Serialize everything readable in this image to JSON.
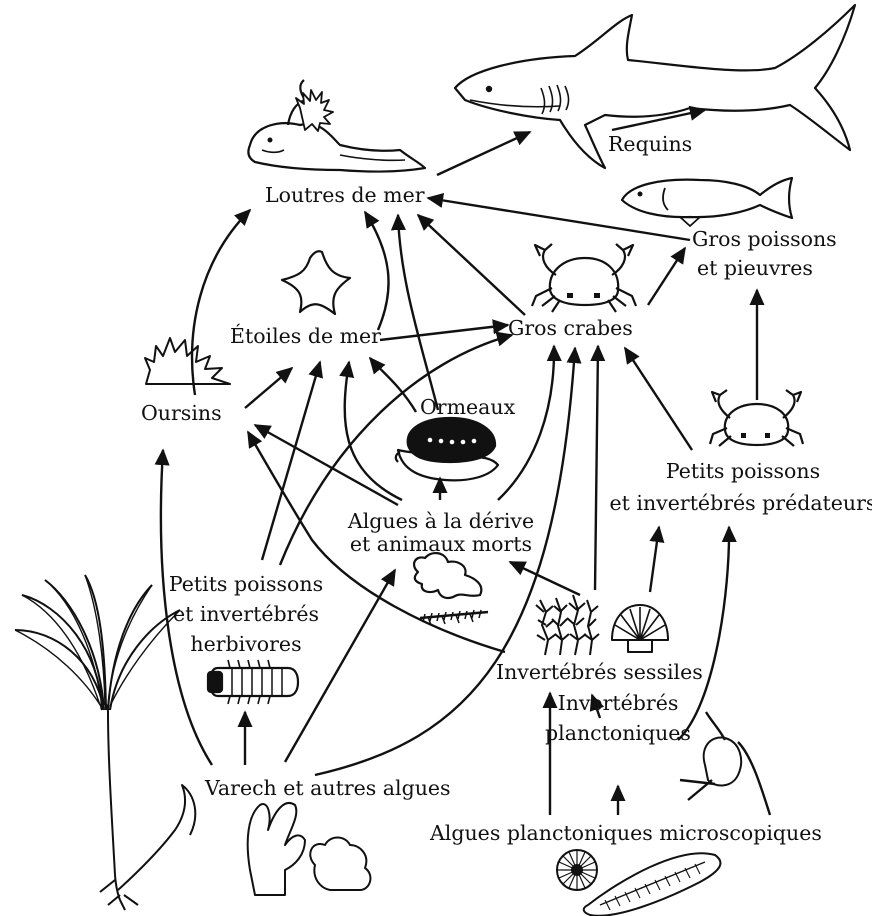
{
  "diagram": {
    "colors": {
      "ink": "#111111",
      "background": "#ffffff"
    },
    "nodes": {
      "sharks": {
        "label": "Requins",
        "icon": "shark-icon"
      },
      "sea_otters": {
        "label": "Loutres de mer",
        "icon": "sea-otter-icon"
      },
      "large_fish_octopus": {
        "line1": "Gros poissons",
        "line2": "et pieuvres",
        "icon": "fish-icon"
      },
      "large_crabs": {
        "label": "Gros crabes",
        "icon": "crab-icon"
      },
      "sea_stars": {
        "label": "Étoiles de mer",
        "icon": "sea-star-icon"
      },
      "sea_urchins": {
        "label": "Oursins",
        "icon": "sea-urchin-icon"
      },
      "abalone": {
        "label": "Ormeaux",
        "icon": "abalone-icon"
      },
      "small_predators": {
        "line1": "Petits poissons",
        "line2": "et invertébrés prédateurs",
        "icon": "small-crab-icon"
      },
      "drift_algae": {
        "line1": "Algues à la dérive",
        "line2": "et animaux morts",
        "icon": "drift-algae-icon"
      },
      "small_herbivores": {
        "line1": "Petits poissons",
        "line2": "et invertébrés",
        "line3": "herbivores",
        "icon": "isopod-icon"
      },
      "sessile_inverts": {
        "label": "Invertébrés sessiles",
        "icon": "sessile-invertebrates-icon"
      },
      "planktonic_inverts": {
        "line1": "Invertébrés",
        "line2": "planctoniques",
        "icon": "copepod-icon"
      },
      "kelp": {
        "label": "Varech et autres algues",
        "icon": "kelp-icon"
      },
      "microscopic_plankton": {
        "label": "Algues planctoniques microscopiques",
        "icon": "diatom-icon"
      }
    }
  }
}
